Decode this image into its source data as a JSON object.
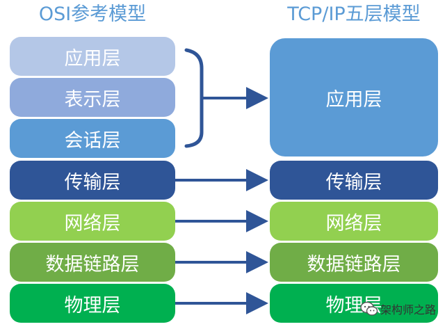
{
  "titles": {
    "left": "OSI参考模型",
    "right": "TCP/IP五层模型"
  },
  "osi_layers": [
    {
      "label": "应用层",
      "color": "#b4c7e7"
    },
    {
      "label": "表示层",
      "color": "#8faadc"
    },
    {
      "label": "会话层",
      "color": "#5b9bd5"
    },
    {
      "label": "传输层",
      "color": "#2f5597"
    },
    {
      "label": "网络层",
      "color": "#92d050"
    },
    {
      "label": "数据链路层",
      "color": "#70ad47"
    },
    {
      "label": "物理层",
      "color": "#00b050"
    }
  ],
  "tcpip_layers": [
    {
      "label": "应用层",
      "color": "#5b9bd5"
    },
    {
      "label": "传输层",
      "color": "#2f5597"
    },
    {
      "label": "网络层",
      "color": "#92d050"
    },
    {
      "label": "数据链路层",
      "color": "#70ad47"
    },
    {
      "label": "物理层",
      "color": "#00b050"
    }
  ],
  "arrow_color": "#2f5597",
  "watermark": {
    "icon": "wechat-icon",
    "text": "架构师之路"
  }
}
